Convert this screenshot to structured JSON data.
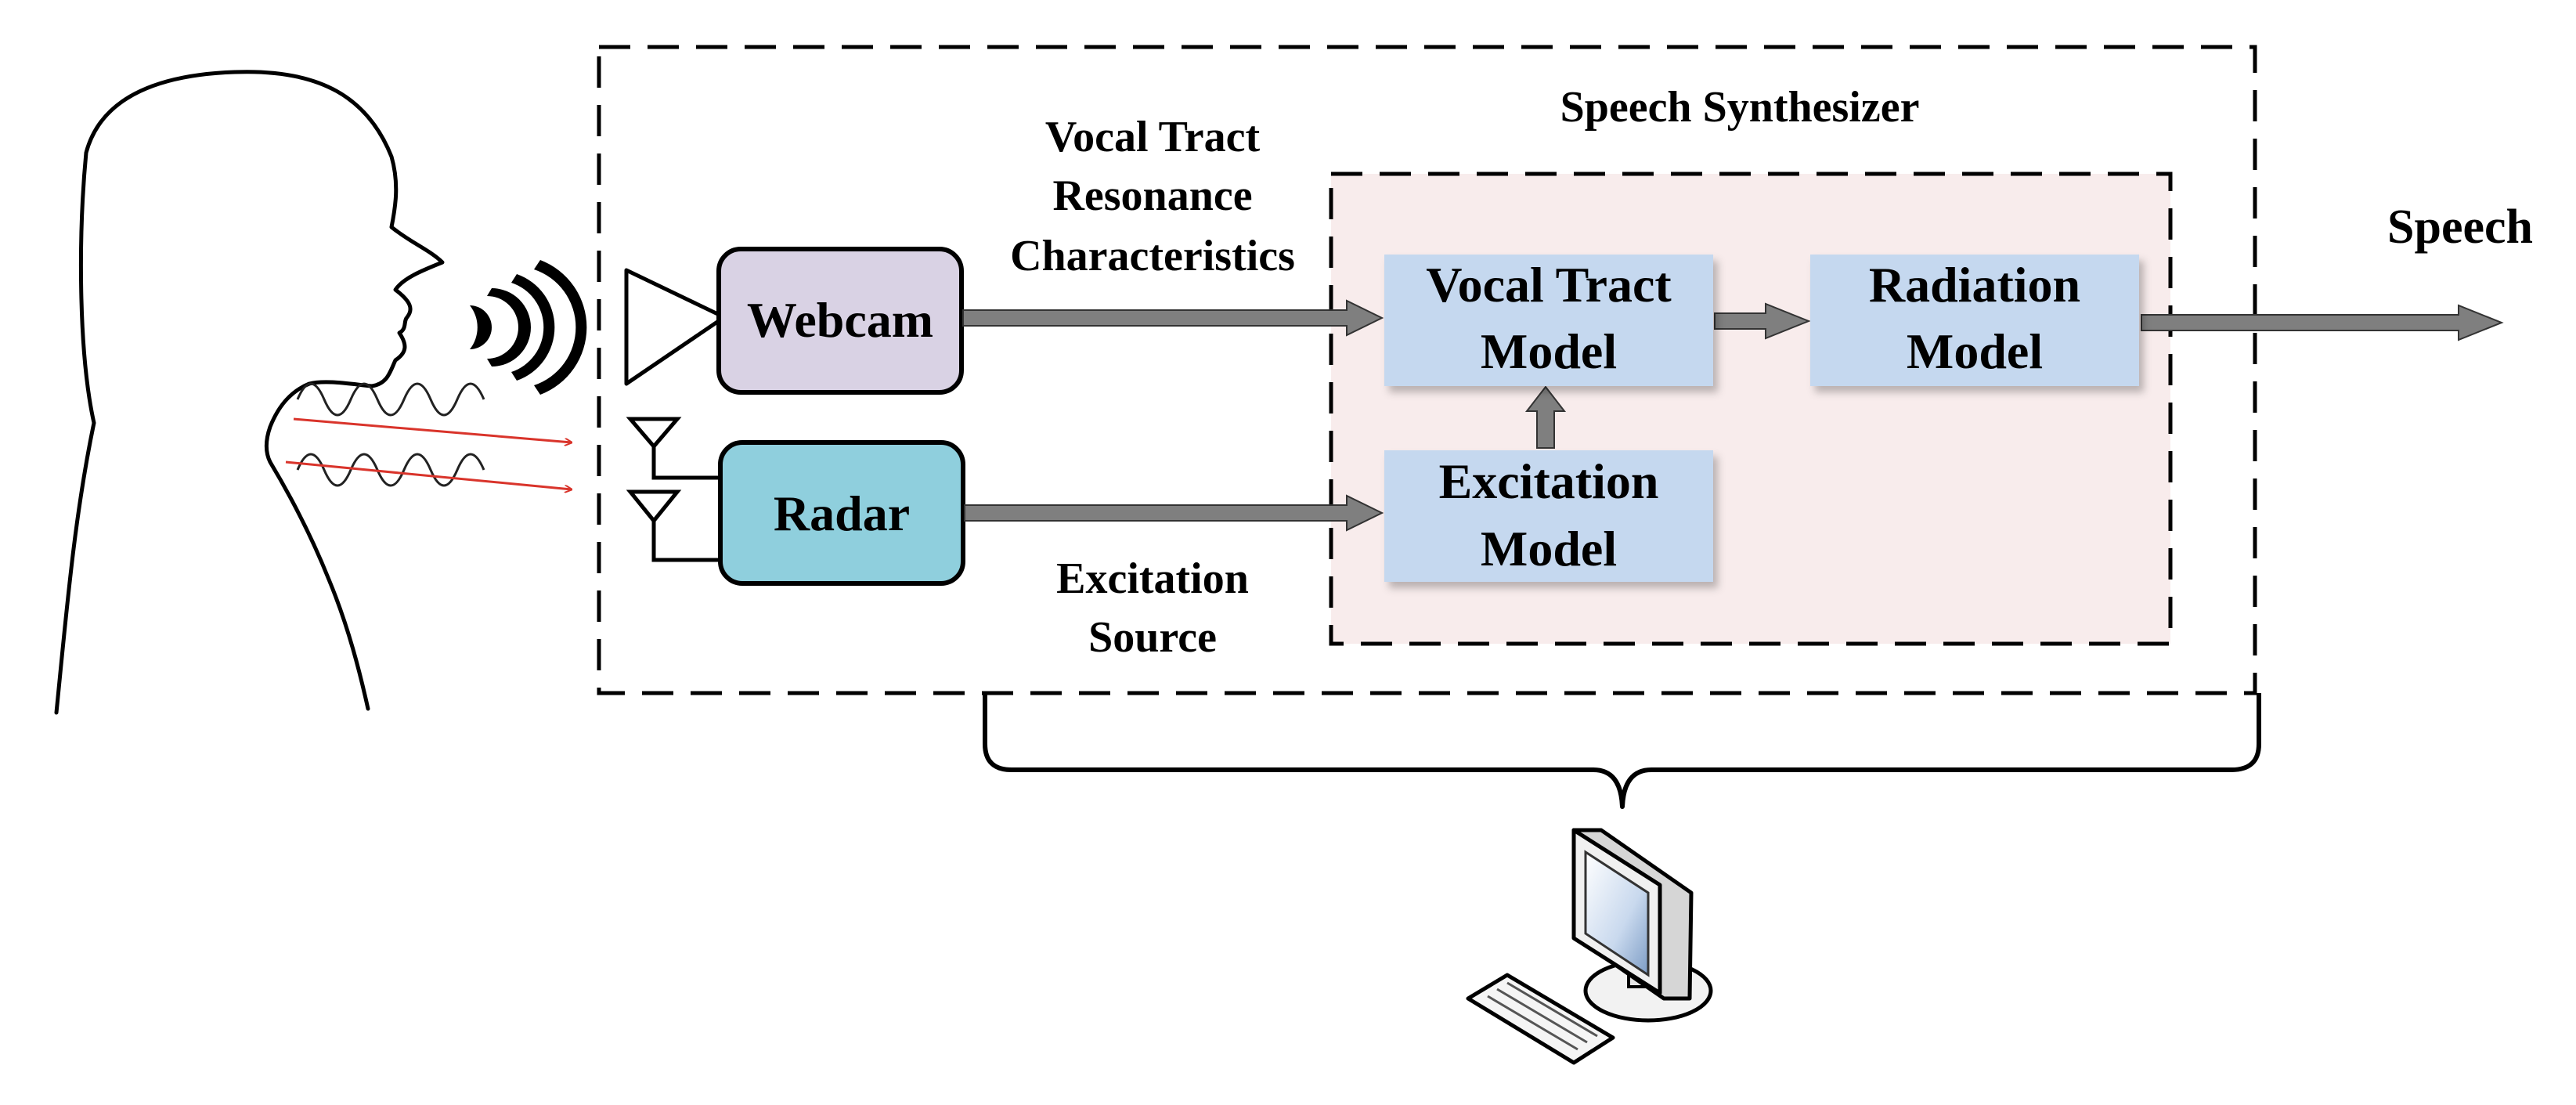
{
  "labels": {
    "vocal_tract_char_line1": "Vocal Tract",
    "vocal_tract_char_line2": "Resonance",
    "vocal_tract_char_line3": "Characteristics",
    "speech_synthesizer": "Speech Synthesizer",
    "speech": "Speech",
    "excitation_source_line1": "Excitation",
    "excitation_source_line2": "Source"
  },
  "boxes": {
    "webcam": "Webcam",
    "radar": "Radar",
    "vocal_tract_model_line1": "Vocal Tract",
    "vocal_tract_model_line2": "Model",
    "radiation_model_line1": "Radiation",
    "radiation_model_line2": "Model",
    "excitation_model_line1": "Excitation",
    "excitation_model_line2": "Model"
  },
  "colors": {
    "webcam_fill": "#d9d2e4",
    "radar_fill": "#8fcfdd",
    "model_fill": "#c5d8ef",
    "synth_region_fill": "#f8ecec",
    "arrow_fill": "#7f7f7f",
    "wave_arrow": "#d9342b"
  },
  "icons": [
    "head-silhouette-icon",
    "sound-wave-icon",
    "camera-icon",
    "antenna-icon",
    "computer-icon"
  ]
}
